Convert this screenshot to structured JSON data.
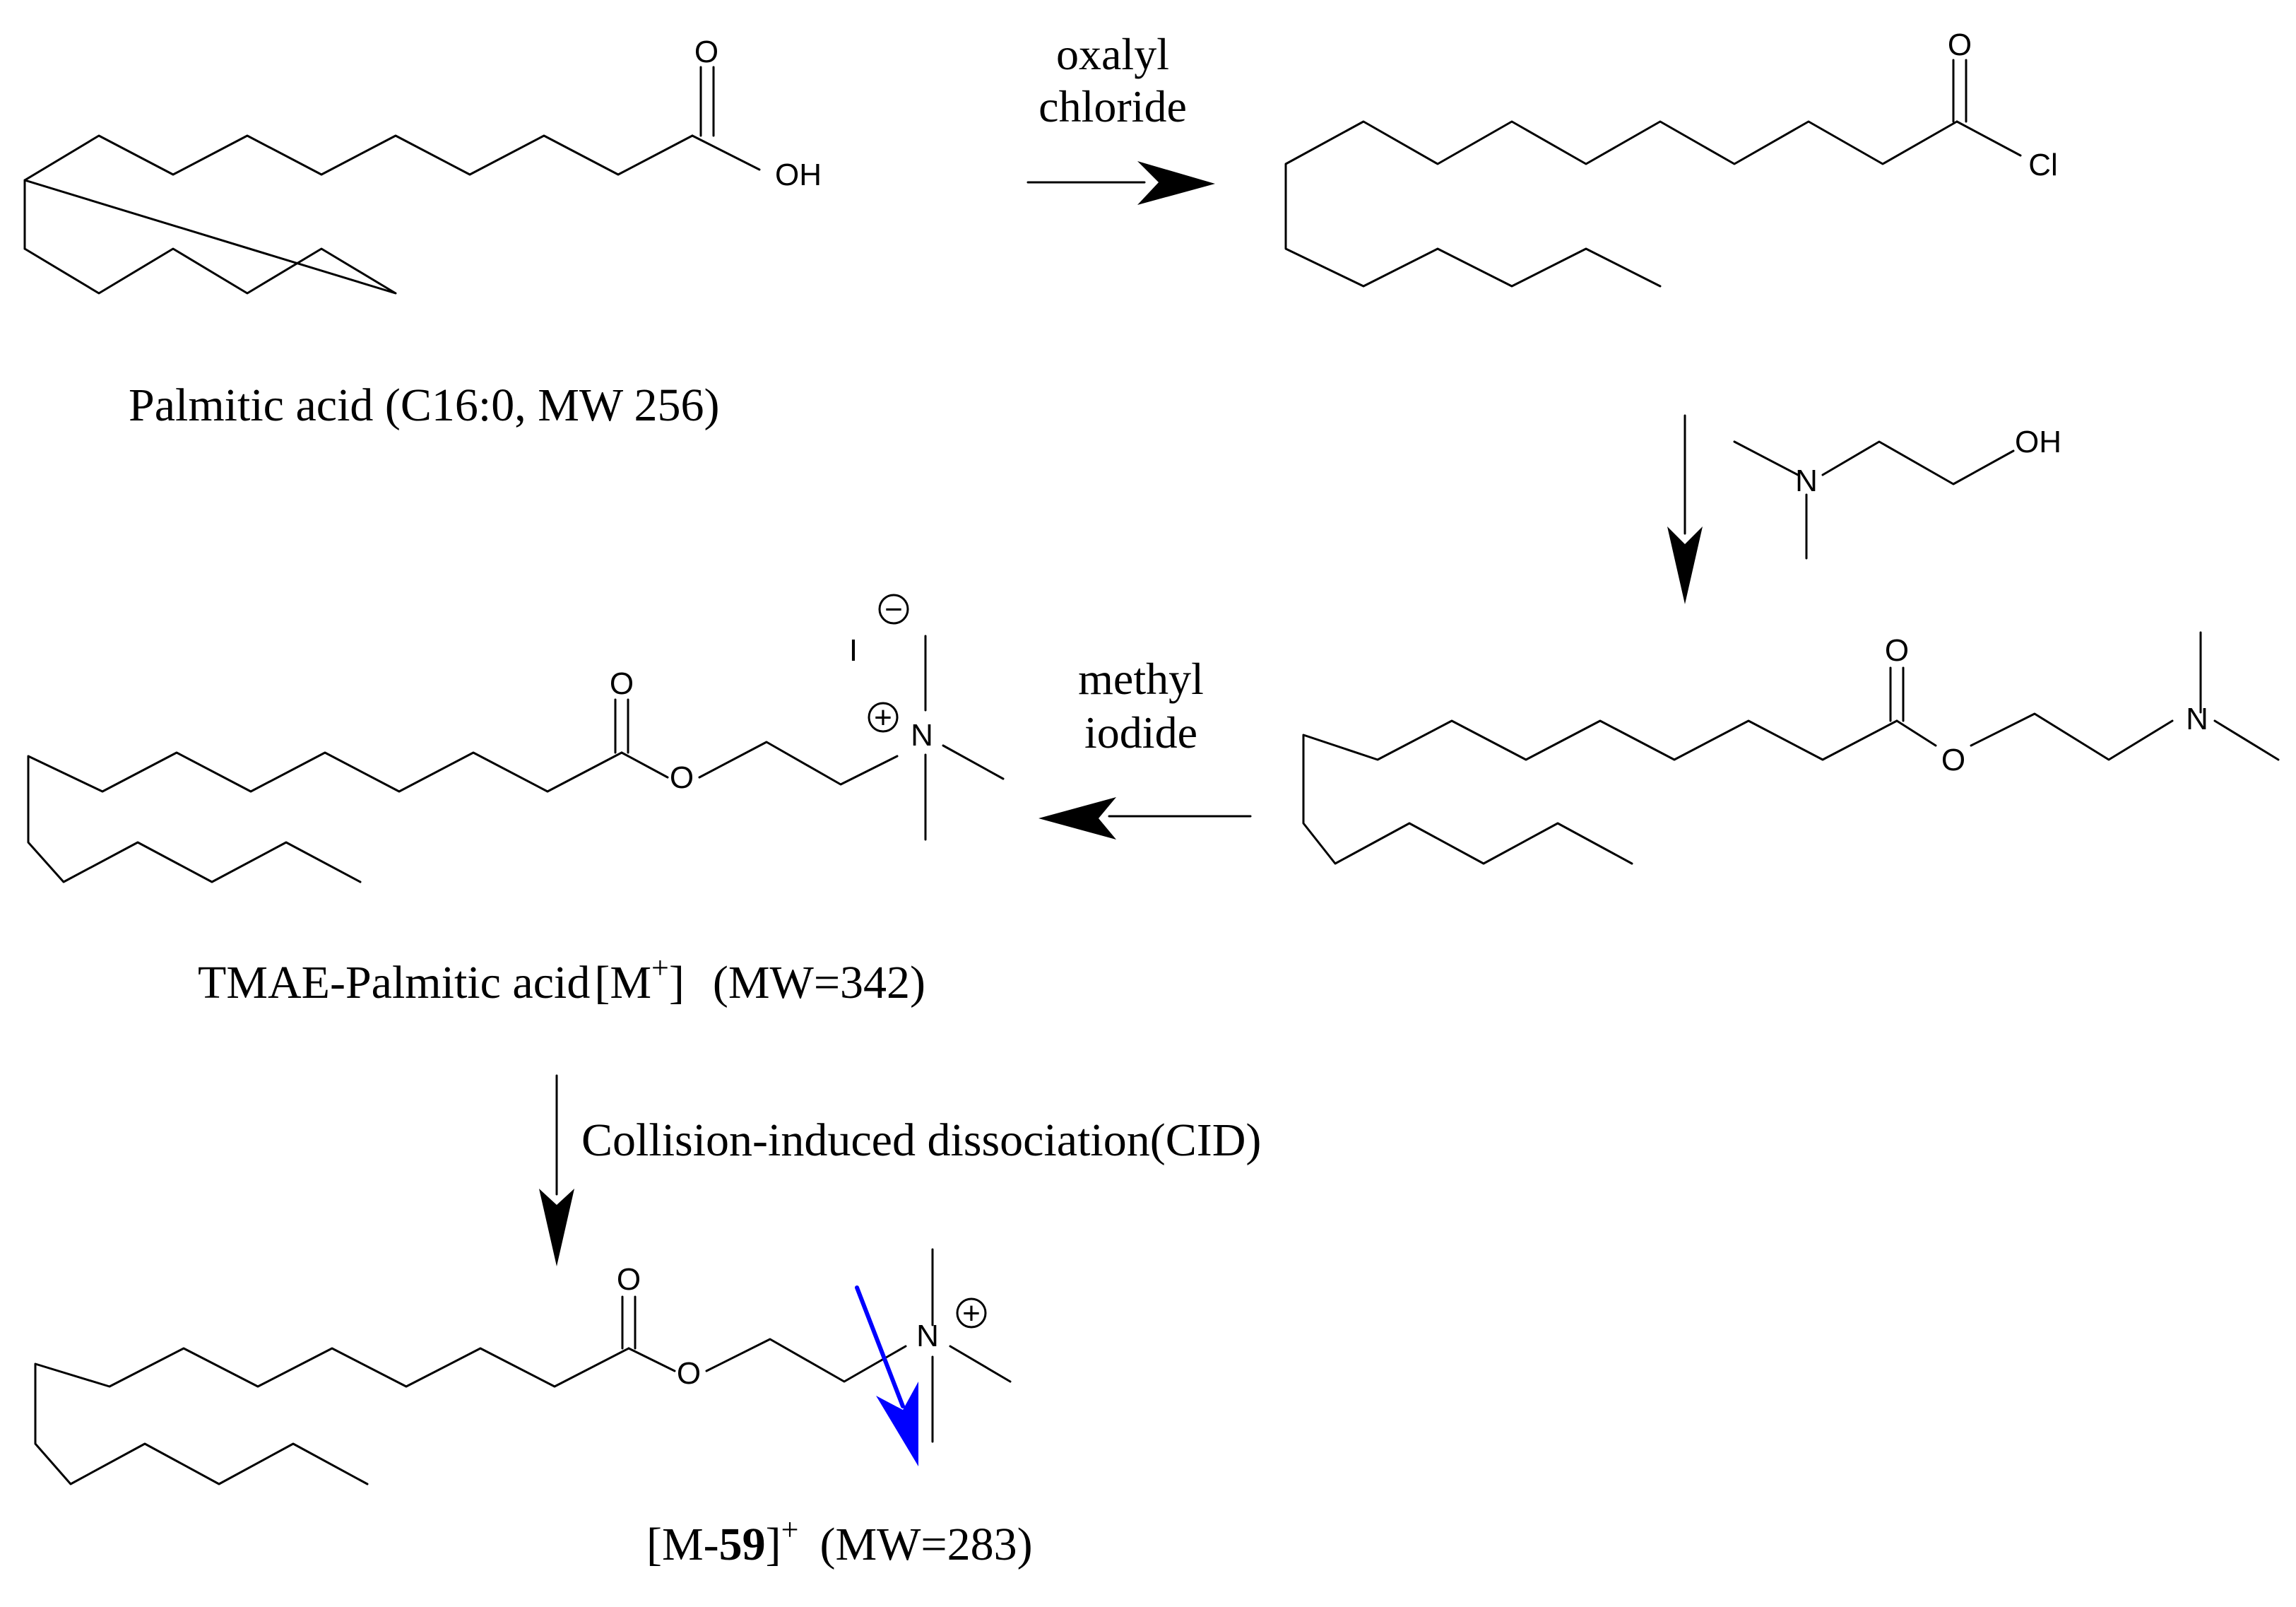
{
  "atoms": {
    "oxygen": "O",
    "hydroxyl": "OH",
    "chlorine": "Cl",
    "nitrogen": "N",
    "iodine": "I"
  },
  "reagents": {
    "step1_line1": "oxalyl",
    "step1_line2": "chloride",
    "step3_line1": "methyl",
    "step3_line2": "iodide",
    "step4": "Collision-induced dissociation(CID)"
  },
  "captions": {
    "palmitic_acid": "Palmitic acid (C16:0, MW 256)",
    "tmae_prefix": "TMAE-Palmitic acid",
    "tmae_m": "[M",
    "tmae_sup": "+",
    "tmae_close": "]",
    "tmae_mw": "(MW=342)",
    "fragment_open": "[M-",
    "fragment_bold": "59",
    "fragment_close": "]",
    "fragment_sup": "+",
    "fragment_mw": "(MW=283)"
  },
  "charges": {
    "plus": "+",
    "minus": "−"
  },
  "colors": {
    "structure": "#000000",
    "cleavage_arrow": "#0000ff"
  }
}
